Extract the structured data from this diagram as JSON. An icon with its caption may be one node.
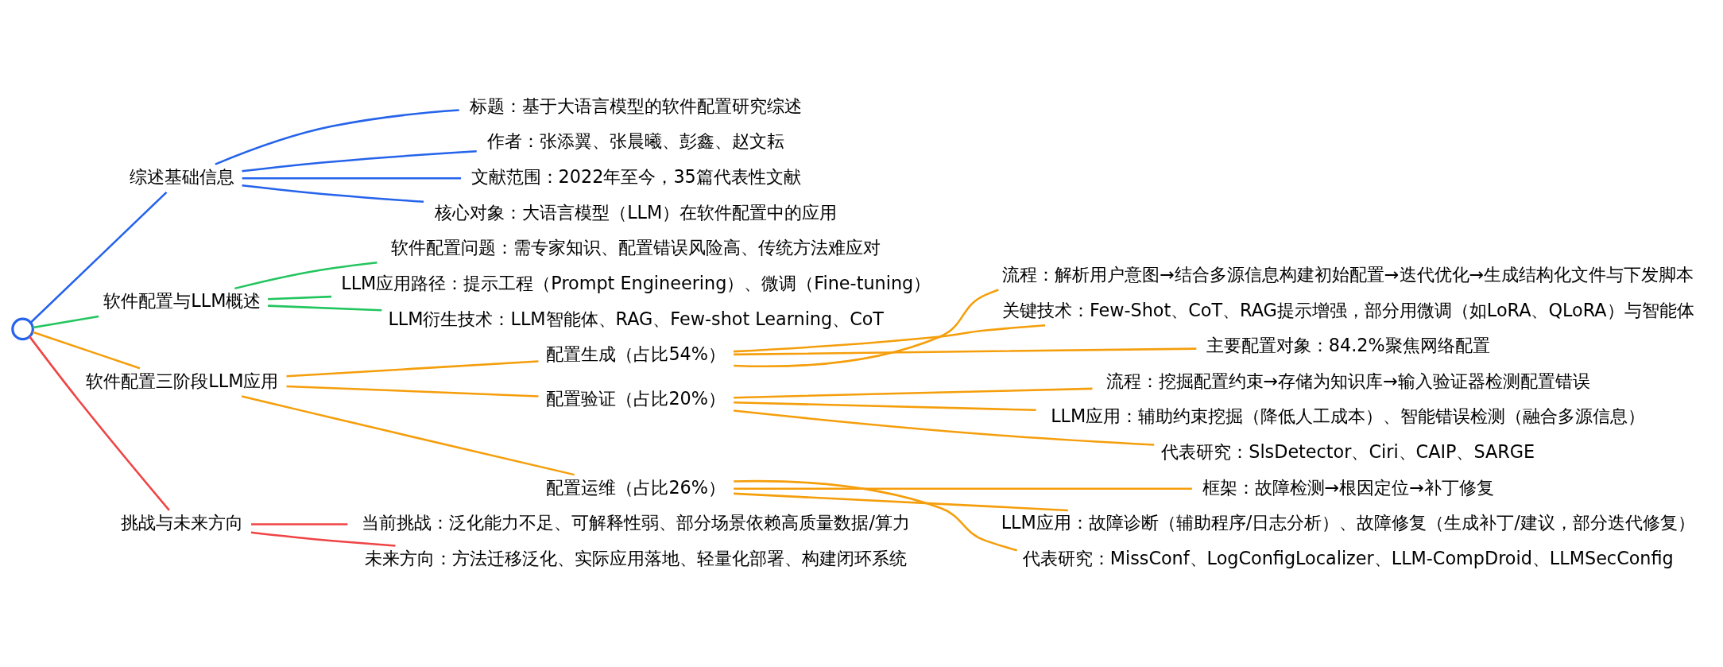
{
  "diagram": {
    "nodes": [
      {
        "text": [],
        "shape": "circle"
      },
      {
        "text": [
          "综述基础信息"
        ]
      },
      {
        "text": [
          "标题：基于大语言模型的软件配置研究综述"
        ]
      },
      {
        "text": [
          "作者：张添翼、张晨曦、彭鑫、赵文耘"
        ]
      },
      {
        "text": [
          "文献范围：2022年至今，35篇代表性文献"
        ]
      },
      {
        "text": [
          "核心对象：大语言模型（LLM）在软件配置中的应用"
        ]
      },
      {
        "text": [
          "软件配置与LLM概述"
        ]
      },
      {
        "text": [
          "软件配置问题：需专家知识、配置错误风险高、传统方法难应对"
        ]
      },
      {
        "text": [
          "LLM应用路径：提示工程（Prompt Engineering）、微调（Fine-tuning）"
        ]
      },
      {
        "text": [
          "LLM衍生技术：LLM智能体、RAG、Few-shot Learning、CoT"
        ]
      },
      {
        "text": [
          "软件配置三阶段LLM应用"
        ]
      },
      {
        "text": [
          "配置生成（占比54%）"
        ]
      },
      {
        "text": [
          "流程：解析用户意图→结合多源信息构建初始配置→迭代优化→生成结构化文件与下发脚本"
        ]
      },
      {
        "text": [
          "关键技术：Few-Shot、CoT、RAG提示增强，部分用微调（如LoRA、QLoRA）与智能体"
        ]
      },
      {
        "text": [
          "主要配置对象：84.2%聚焦网络配置"
        ]
      },
      {
        "text": [
          "配置验证（占比20%）"
        ]
      },
      {
        "text": [
          "流程：挖掘配置约束→存储为知识库→输入验证器检测配置错误"
        ]
      },
      {
        "text": [
          "LLM应用：辅助约束挖掘（降低人工成本）、智能错误检测（融合多源信息）"
        ]
      },
      {
        "text": [
          "代表研究：SlsDetector、Ciri、CAIP、SARGE"
        ]
      },
      {
        "text": [
          "配置运维（占比26%）"
        ]
      },
      {
        "text": [
          "框架：故障检测→根因定位→补丁修复"
        ]
      },
      {
        "text": [
          "LLM应用：故障诊断（辅助程序/日志分析）、故障修复（生成补丁/建议，部分迭代修复）"
        ]
      },
      {
        "text": [
          "代表研究：MissConf、LogConfigLocalizer、LLM-CompDroid、LLMSecConfig"
        ]
      },
      {
        "text": [
          "挑战与未来方向"
        ]
      },
      {
        "text": [
          "当前挑战：泛化能力不足、可解释性弱、部分场景依赖高质量数据/算力"
        ]
      },
      {
        "text": [
          "未来方向：方法迁移泛化、实际应用落地、轻量化部署、构建闭环系统"
        ]
      }
    ],
    "edges": [
      {
        "from": 0,
        "to": 1,
        "arrow": "none",
        "color": "#2563eb"
      },
      {
        "from": 1,
        "to": 2,
        "arrow": "none",
        "color": "#2563eb"
      },
      {
        "from": 1,
        "to": 3,
        "arrow": "none",
        "color": "#2563eb"
      },
      {
        "from": 1,
        "to": 4,
        "arrow": "none",
        "color": "#2563eb"
      },
      {
        "from": 1,
        "to": 5,
        "arrow": "none",
        "color": "#2563eb"
      },
      {
        "from": 0,
        "to": 6,
        "arrow": "none",
        "color": "#22c55e"
      },
      {
        "from": 6,
        "to": 7,
        "arrow": "none",
        "color": "#22c55e"
      },
      {
        "from": 6,
        "to": 8,
        "arrow": "none",
        "color": "#22c55e"
      },
      {
        "from": 6,
        "to": 9,
        "arrow": "none",
        "color": "#22c55e"
      },
      {
        "from": 0,
        "to": 10,
        "arrow": "none",
        "color": "#f59e0b"
      },
      {
        "from": 10,
        "to": 11,
        "arrow": "none",
        "color": "#f59e0b"
      },
      {
        "from": 11,
        "to": 12,
        "arrow": "none",
        "color": "#f59e0b"
      },
      {
        "from": 11,
        "to": 13,
        "arrow": "none",
        "color": "#f59e0b"
      },
      {
        "from": 11,
        "to": 14,
        "arrow": "none",
        "color": "#f59e0b"
      },
      {
        "from": 10,
        "to": 15,
        "arrow": "none",
        "color": "#f59e0b"
      },
      {
        "from": 15,
        "to": 16,
        "arrow": "none",
        "color": "#f59e0b"
      },
      {
        "from": 15,
        "to": 17,
        "arrow": "none",
        "color": "#f59e0b"
      },
      {
        "from": 15,
        "to": 18,
        "arrow": "none",
        "color": "#f59e0b"
      },
      {
        "from": 10,
        "to": 19,
        "arrow": "none",
        "color": "#f59e0b"
      },
      {
        "from": 19,
        "to": 20,
        "arrow": "none",
        "color": "#f59e0b"
      },
      {
        "from": 19,
        "to": 21,
        "arrow": "none",
        "color": "#f59e0b"
      },
      {
        "from": 19,
        "to": 22,
        "arrow": "none",
        "color": "#f59e0b"
      },
      {
        "from": 0,
        "to": 23,
        "arrow": "none",
        "color": "#ef4444"
      },
      {
        "from": 23,
        "to": 24,
        "arrow": "none",
        "color": "#ef4444"
      },
      {
        "from": 23,
        "to": 25,
        "arrow": "none",
        "color": "#ef4444"
      }
    ]
  }
}
